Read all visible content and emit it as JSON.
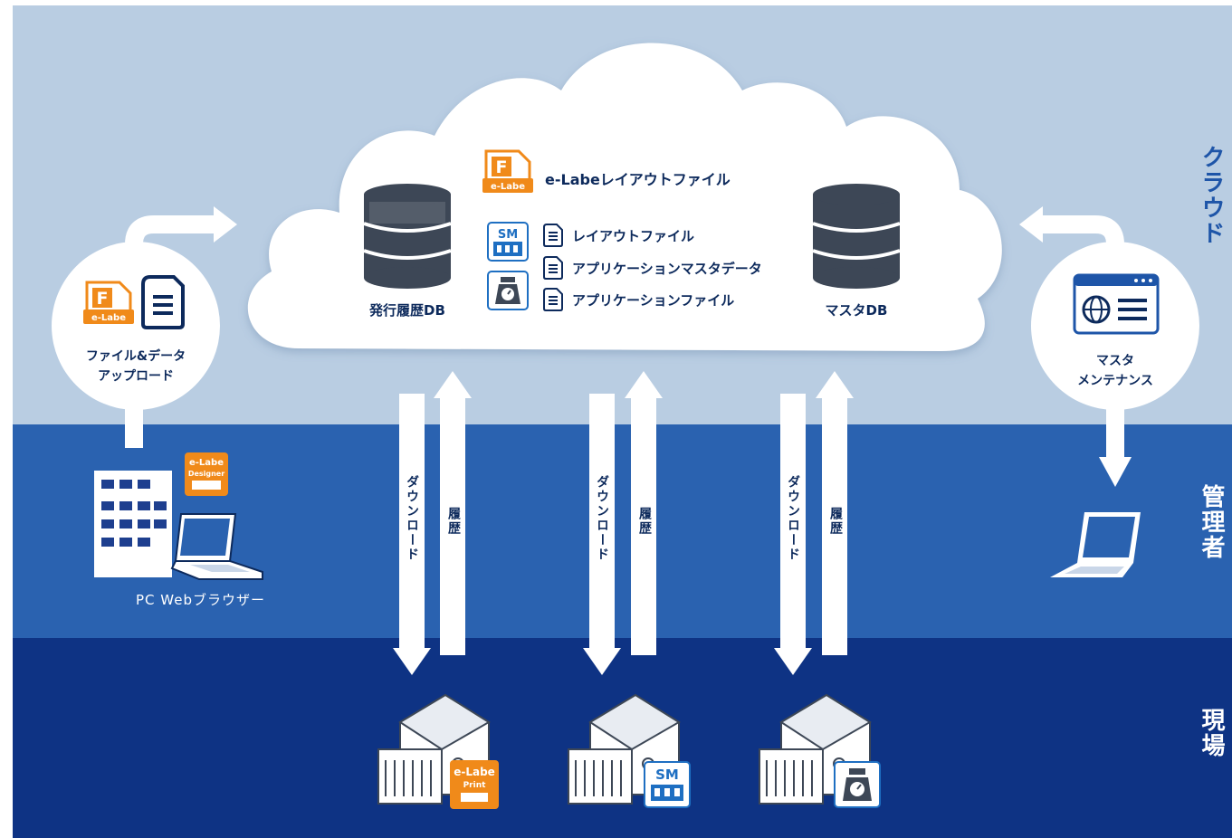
{
  "zones": {
    "cloud": "クラウド",
    "admin": "管理者",
    "site": "現場"
  },
  "cloud": {
    "layout_file_title": "e-Labeレイアウトファイル",
    "items": [
      "レイアウトファイル",
      "アプリケーションマスタデータ",
      "アプリケーションファイル"
    ],
    "db_left": "発行履歴DB",
    "db_right": "マスタDB"
  },
  "upload": {
    "line1": "ファイル&データ",
    "line2": "アップロード"
  },
  "maintenance": {
    "line1": "マスタ",
    "line2": "メンテナンス"
  },
  "browser_label": "PC Webブラウザー",
  "arrows": {
    "download": "ダウンロード",
    "history": "履歴"
  },
  "icons": {
    "elabe_badge": "e-Labe",
    "elabe_letter": "F",
    "sm_badge": "SM",
    "designer_line1": "e-Labe",
    "designer_line2": "Designer",
    "print_line1": "e-Labe",
    "print_line2": "Print"
  },
  "colors": {
    "cloud_band": "#b9cde2",
    "admin_band": "#2a62b0",
    "site_band": "#0e3384",
    "accent_orange": "#f08a1a",
    "text_navy": "#0d2a5c"
  }
}
